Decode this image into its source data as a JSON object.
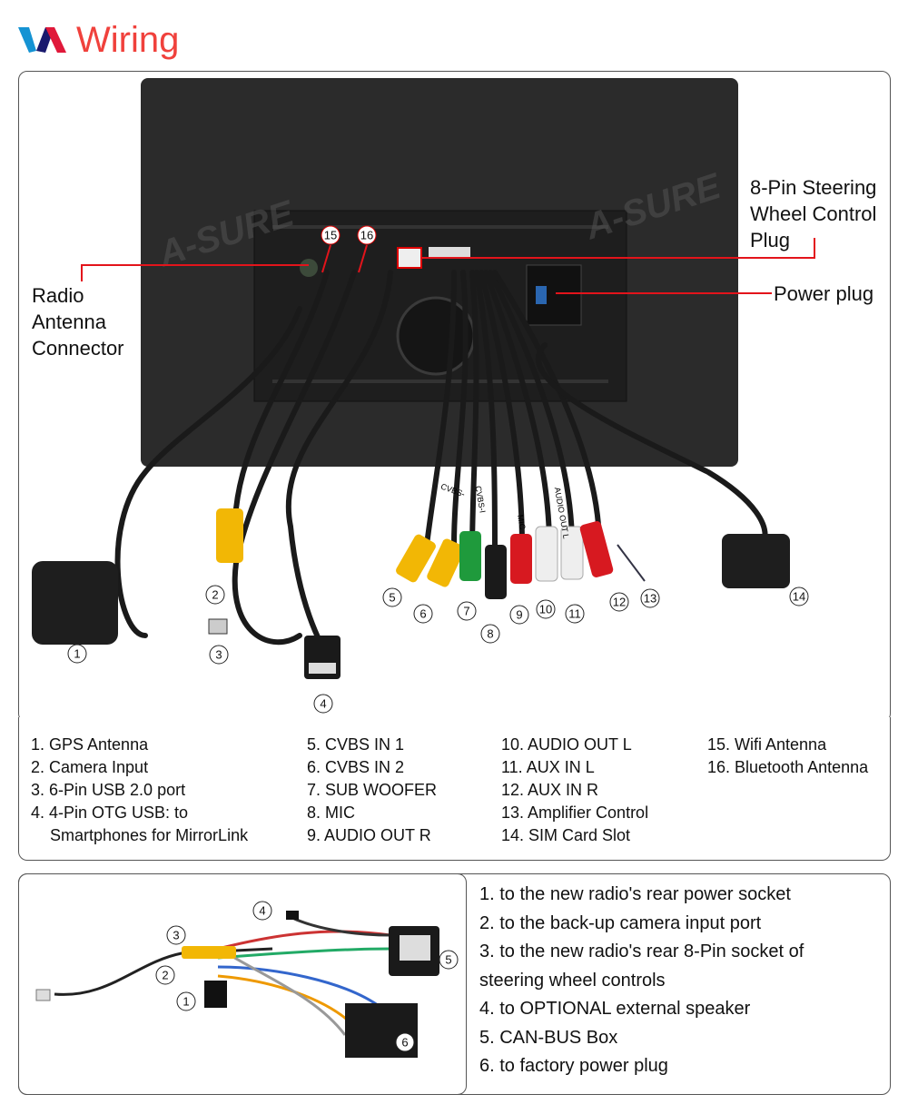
{
  "header": {
    "title": "Wiring",
    "logo_colors": [
      "#1593d3",
      "#1a1a6e",
      "#e0193a"
    ]
  },
  "callouts": {
    "radio_antenna": [
      "Radio",
      "Antenna",
      "Connector"
    ],
    "steering": [
      "8-Pin Steering",
      "Wheel Control",
      "Plug"
    ],
    "power": "Power plug",
    "line_color": "#e3141b"
  },
  "watermark": "A-SURE",
  "cable_labels": [
    "CVBS-",
    "CVBS-I",
    "MIC",
    "AUDIO OUT L"
  ],
  "markers_top": [
    "1",
    "2",
    "3",
    "4",
    "5",
    "6",
    "7",
    "8",
    "9",
    "10",
    "11",
    "12",
    "13",
    "14",
    "15",
    "16"
  ],
  "legend": {
    "col1": [
      "1. GPS Antenna",
      "2. Camera Input",
      "3. 6-Pin USB 2.0 port",
      "4. 4-Pin OTG USB: to",
      "Smartphones for MirrorLink"
    ],
    "col2": [
      "5. CVBS IN 1",
      "6. CVBS IN 2",
      "7. SUB WOOFER",
      "8. MIC",
      "9. AUDIO OUT R"
    ],
    "col3": [
      "10. AUDIO OUT L",
      "11. AUX IN L",
      "12. AUX IN R",
      "13. Amplifier Control",
      "14. SIM Card Slot"
    ],
    "col4": [
      "15. Wifi Antenna",
      "16. Bluetooth Antenna"
    ]
  },
  "markers_bottom": [
    "1",
    "2",
    "3",
    "4",
    "5",
    "6"
  ],
  "harness_steps": [
    "1. to the new radio's rear power socket",
    "2. to the back-up camera input port",
    "3. to the new radio's rear 8-Pin socket of",
    "steering wheel controls",
    "4. to OPTIONAL external speaker",
    "5. CAN-BUS Box",
    "6. to factory power plug"
  ]
}
